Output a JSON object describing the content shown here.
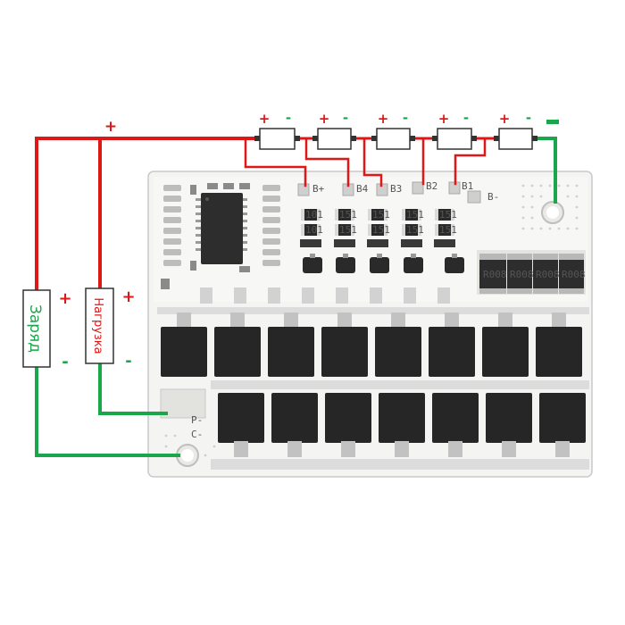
{
  "colors": {
    "positive": "#e01717",
    "negative": "#1aa64a",
    "board": "#f4f4f2",
    "component": "#2a2a2a",
    "metal": "#dcdcdc"
  },
  "symbols": {
    "plus": "+",
    "minus": "-"
  },
  "top_rail": {
    "plus": "+"
  },
  "cells": [
    {
      "plus": "+",
      "minus": "-"
    },
    {
      "plus": "+",
      "minus": "-"
    },
    {
      "plus": "+",
      "minus": "-"
    },
    {
      "plus": "+",
      "minus": "-"
    },
    {
      "plus": "+",
      "minus": "-"
    }
  ],
  "terminals": {
    "charge": {
      "label": "Заряд",
      "plus": "+",
      "minus": "-"
    },
    "load": {
      "label": "Нагрузка",
      "plus": "+",
      "minus": "-"
    }
  },
  "board": {
    "pads": [
      "B+",
      "B4",
      "B3",
      "B2",
      "B1",
      "B-"
    ],
    "output_pads": [
      "P-",
      "C-"
    ],
    "smd_marking": "151",
    "smd_marking_alt": "101",
    "resistor_marking": "R008"
  }
}
